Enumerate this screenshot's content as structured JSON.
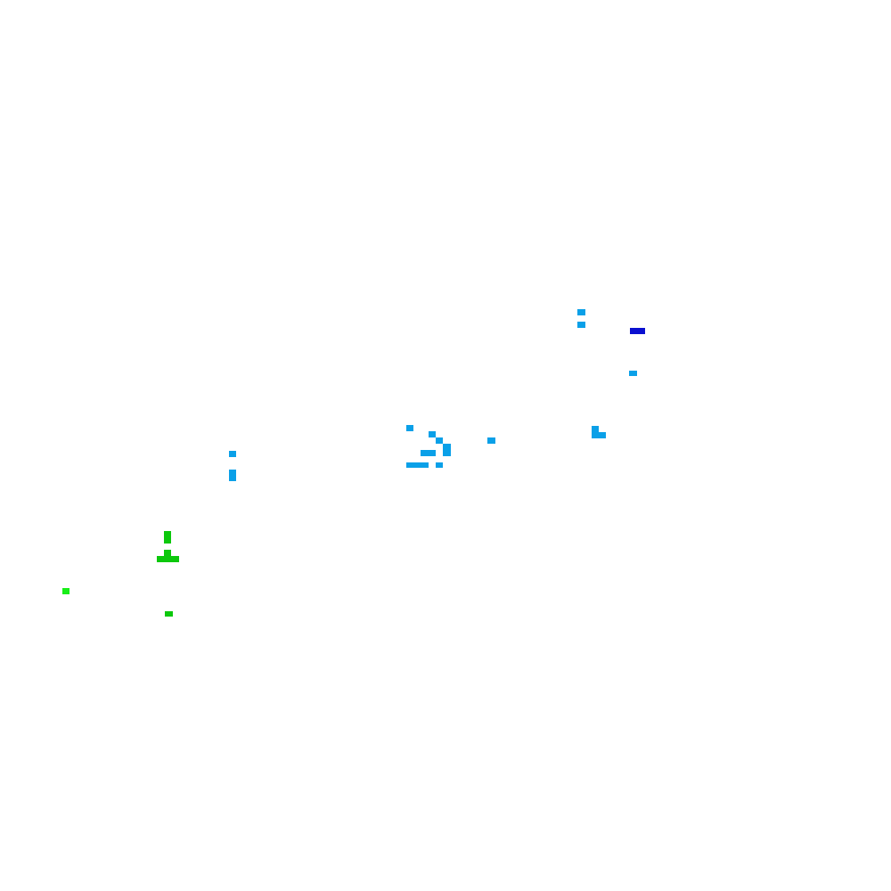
{
  "palette": {
    "background": "#ffffff",
    "light_blue": "#0aa0e8",
    "dark_blue": "#0a10d0",
    "green": "#0cc80c",
    "bright_green": "#18ee18"
  },
  "cell_groups": [
    {
      "name": "cell-blue-upper-1",
      "color_key": "light_blue"
    },
    {
      "name": "cell-blue-upper-2",
      "color_key": "light_blue"
    },
    {
      "name": "cell-dark-blue-bar",
      "color_key": "dark_blue"
    },
    {
      "name": "cell-blue-right-1",
      "color_key": "light_blue"
    },
    {
      "name": "cell-blue-corner-1",
      "color_key": "light_blue"
    },
    {
      "name": "cell-blue-corner-2",
      "color_key": "light_blue"
    },
    {
      "name": "cell-blue-mid-1",
      "color_key": "light_blue"
    },
    {
      "name": "cell-blue-mid-2",
      "color_key": "light_blue"
    },
    {
      "name": "cell-blue-mid-3",
      "color_key": "light_blue"
    },
    {
      "name": "cell-blue-mid-4",
      "color_key": "light_blue"
    },
    {
      "name": "cell-blue-mid-5",
      "color_key": "light_blue"
    },
    {
      "name": "cell-blue-mid-6",
      "color_key": "light_blue"
    },
    {
      "name": "cell-blue-mid-7",
      "color_key": "light_blue"
    },
    {
      "name": "cell-blue-mid-8",
      "color_key": "light_blue"
    },
    {
      "name": "cell-blue-left-1",
      "color_key": "light_blue"
    },
    {
      "name": "cell-blue-left-2",
      "color_key": "light_blue"
    },
    {
      "name": "cell-green-1",
      "color_key": "green"
    },
    {
      "name": "cell-green-2",
      "color_key": "green"
    },
    {
      "name": "cell-green-3",
      "color_key": "green"
    },
    {
      "name": "cell-bright-green-1",
      "color_key": "bright_green"
    },
    {
      "name": "cell-green-4",
      "color_key": "green"
    }
  ]
}
